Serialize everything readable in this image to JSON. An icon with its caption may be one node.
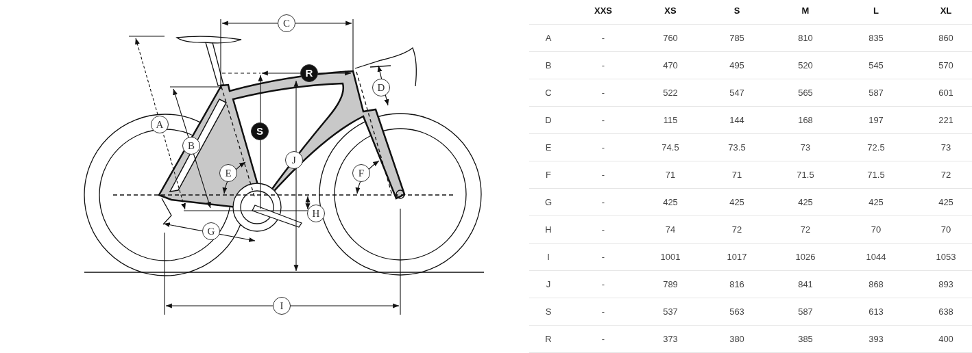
{
  "diagram": {
    "labels": [
      "C",
      "R",
      "D",
      "A",
      "S",
      "B",
      "J",
      "E",
      "F",
      "H",
      "G",
      "I",
      "XXS",
      "XS",
      "S",
      "M",
      "L",
      "XL",
      "A",
      "-",
      "760",
      "785",
      "810",
      "835",
      "860",
      "B",
      "-",
      "470",
      "495",
      "520",
      "545",
      "570",
      "C",
      "-",
      "522",
      "547",
      "565",
      "587",
      "601",
      "D",
      "-",
      "115",
      "144",
      "168",
      "197",
      "221",
      "E",
      "-",
      "74.5",
      "73.5",
      "73",
      "72.5",
      "73",
      "F",
      "-",
      "71",
      "71",
      "71.5",
      "71.5",
      "72",
      "G",
      "-",
      "425",
      "425",
      "425",
      "425",
      "425",
      "H",
      "-",
      "74",
      "72",
      "72",
      "70",
      "70",
      "I",
      "-",
      "1001",
      "1017",
      "1026",
      "1044",
      "1053",
      "J",
      "-",
      "789",
      "816",
      "841",
      "868",
      "893",
      "S",
      "-",
      "537",
      "563",
      "587",
      "613",
      "638",
      "R",
      "-",
      "373",
      "380",
      "385",
      "393",
      "400"
    ]
  }
}
